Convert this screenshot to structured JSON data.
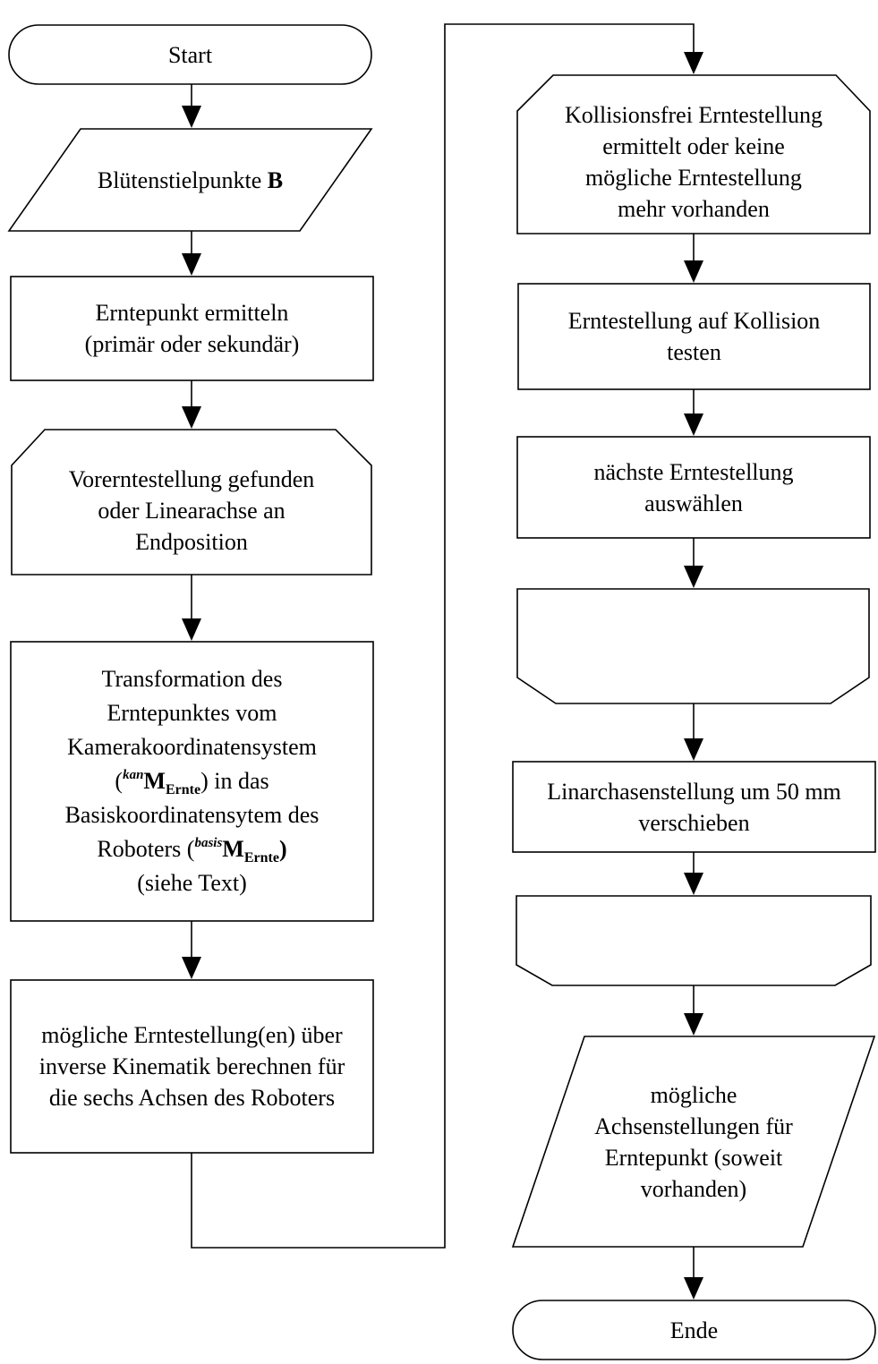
{
  "nodes": {
    "start": {
      "text": "Start"
    },
    "input_bluetenstielpunkte": {
      "text": "Blütenstielpunkte",
      "bold_symbol": "B"
    },
    "erntepunkt": {
      "lines": [
        "Erntepunkt ermitteln",
        "(primär oder sekundär)"
      ]
    },
    "loop1_start": {
      "lines": [
        "Vorerntestellung gefunden",
        "oder Linearachse an",
        "Endposition"
      ]
    },
    "transformation": {
      "lines": [
        "Transformation des",
        "Erntepunktes vom",
        "Kamerakoordinatensystem"
      ],
      "line4_pre_super": "kan",
      "matrix_symbol": "M",
      "matrix_sub": "Ernte",
      "line4_post": ") in das",
      "line5": "Basiskoordinatensytem des",
      "line6_pre": "Roboters (",
      "line6_super": "basis",
      "line7": "(siehe Text)"
    },
    "inverse_kinematik": {
      "lines": [
        "mögliche Erntestellung(en) über",
        "inverse Kinematik berechnen für",
        "die sechs Achsen des Roboters"
      ]
    },
    "loop2_start": {
      "lines": [
        "Kollisionsfrei Erntestellung",
        "ermittelt oder keine",
        "mögliche Erntestellung",
        "mehr vorhanden"
      ]
    },
    "kollision": {
      "lines": [
        "Erntestellung auf Kollision",
        "testen"
      ]
    },
    "naechste": {
      "lines": [
        "nächste Erntestellung",
        "auswählen"
      ]
    },
    "loop2_end": {
      "lines": []
    },
    "linearachse": {
      "lines": [
        "Linarchasenstellung um 50 mm",
        "verschieben"
      ]
    },
    "loop1_end": {
      "lines": []
    },
    "output_achsenstellungen": {
      "lines": [
        "mögliche",
        "Achsenstellungen für",
        "Erntepunkt (soweit",
        "vorhanden)"
      ]
    },
    "ende": {
      "text": "Ende"
    }
  }
}
